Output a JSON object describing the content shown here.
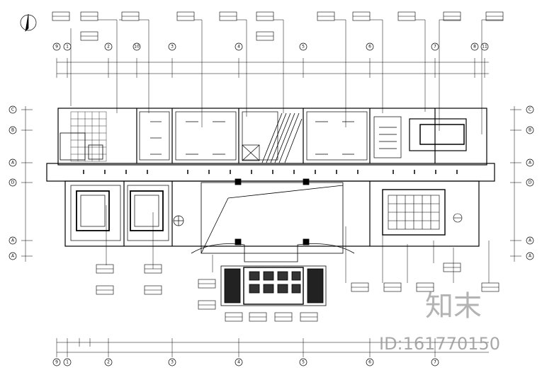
{
  "drawing": {
    "north_symbol": "north-arrow",
    "axes_top": [
      "9",
      "1",
      "2",
      "10",
      "3",
      "4",
      "5",
      "6",
      "7",
      "8",
      "11"
    ],
    "axes_bottom": [
      "9",
      "1",
      "2",
      "3",
      "4",
      "5",
      "6",
      "7"
    ],
    "axes_left": [
      "C",
      "B",
      "A",
      "D",
      "A",
      "A"
    ],
    "axes_right": [
      "C",
      "B",
      "A",
      "D",
      "A",
      "A"
    ]
  },
  "watermark": {
    "brand": "知末",
    "id_text": "ID:161770150"
  }
}
